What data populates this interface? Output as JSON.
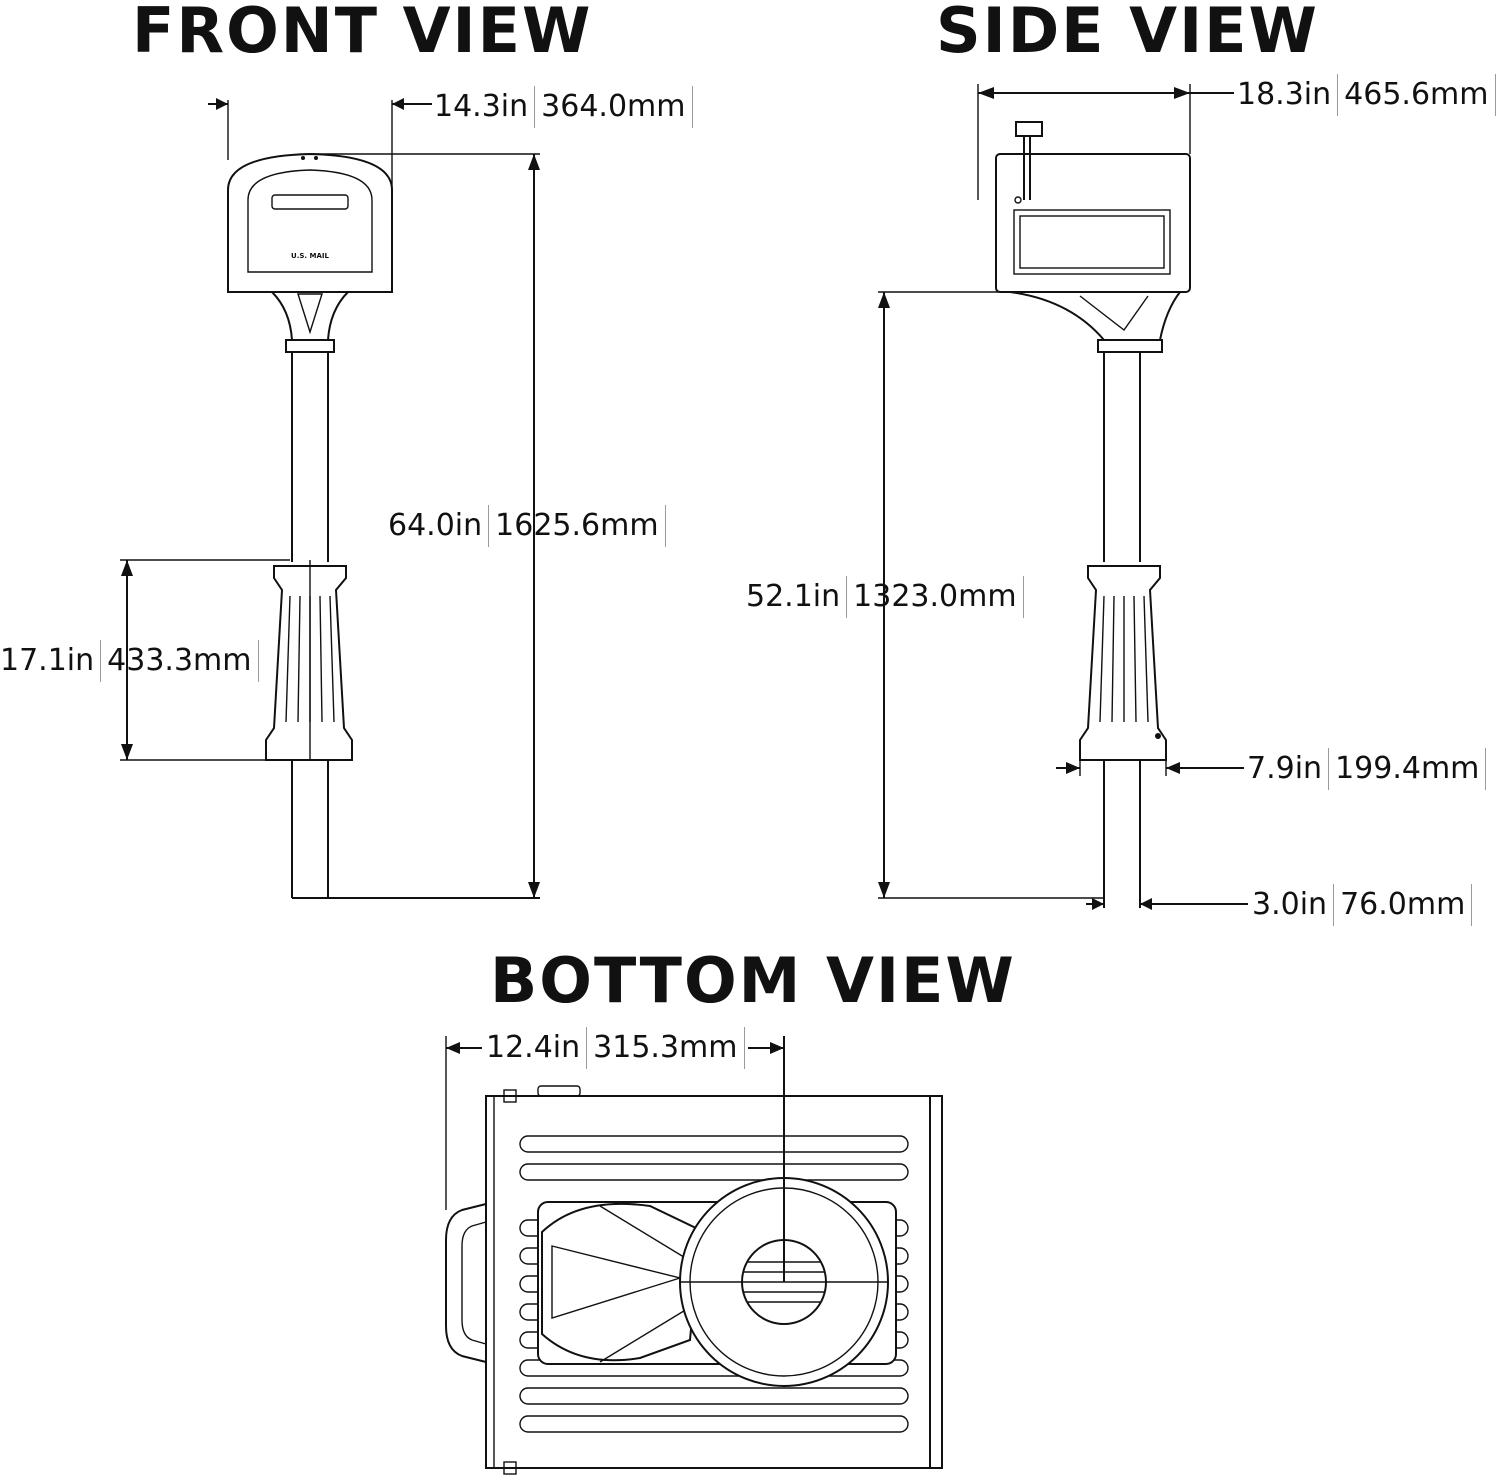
{
  "views": {
    "front": {
      "title": "FRONT VIEW"
    },
    "side": {
      "title": "SIDE VIEW"
    },
    "bottom": {
      "title": "BOTTOM VIEW"
    }
  },
  "mailbox_label": "U.S. MAIL",
  "dimensions": {
    "front_width": {
      "inches": "14.3in",
      "mm": "364.0mm"
    },
    "total_height": {
      "inches": "64.0in",
      "mm": "1625.6mm"
    },
    "base_height": {
      "inches": "17.1in",
      "mm": "433.3mm"
    },
    "side_depth": {
      "inches": "18.3in",
      "mm": "465.6mm"
    },
    "box_bottom_height": {
      "inches": "52.1in",
      "mm": "1323.0mm"
    },
    "base_width": {
      "inches": "7.9in",
      "mm": "199.4mm"
    },
    "post_width": {
      "inches": "3.0in",
      "mm": "76.0mm"
    },
    "bottom_offset": {
      "inches": "12.4in",
      "mm": "315.3mm"
    }
  }
}
